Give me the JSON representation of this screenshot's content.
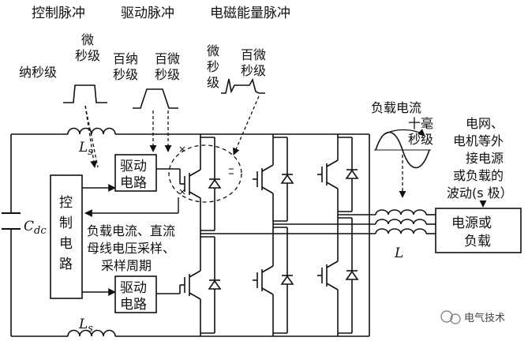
{
  "headers": {
    "control_pulse": "控制脉冲",
    "drive_pulse": "驱动脉冲",
    "em_energy_pulse": "电磁能量脉冲"
  },
  "pulse_labels": {
    "ns_1": "纳秒级",
    "us_1a": "微",
    "us_1b": "秒级",
    "ns100_a": "百纳",
    "ns100_b": "秒级",
    "us100_a": "百微",
    "us100_b": "秒级",
    "us_2a": "微",
    "us_2b": "秒",
    "us_2c": "级",
    "us100_2a": "百微",
    "us100_2b": "秒级"
  },
  "load_current": {
    "line1": "负载电流",
    "line2": "十毫",
    "line3": "秒级"
  },
  "grid": {
    "line1": "电网、",
    "line2": "电机等外",
    "line3": "接电源",
    "line4": "或负载的",
    "line5": "波动(s 极）"
  },
  "blocks": {
    "drive_top_1": "驱动",
    "drive_top_2": "电路",
    "drive_bot_1": "驱动",
    "drive_bot_2": "电路",
    "control_1": "控",
    "control_2": "制",
    "control_3": "电",
    "control_4": "路",
    "source_1": "电源或",
    "source_2": "负载"
  },
  "sampling": {
    "line1": "负载电流、直流",
    "line2": "母线电压采样、",
    "line3": "采样周期"
  },
  "symbols": {
    "ls_top": "L",
    "ls_top_sub": "s",
    "ls_bot": "L",
    "ls_bot_sub": "s",
    "cdc": "C",
    "cdc_sub": "dc",
    "l_out": "L"
  },
  "watermark": "电气技术"
}
